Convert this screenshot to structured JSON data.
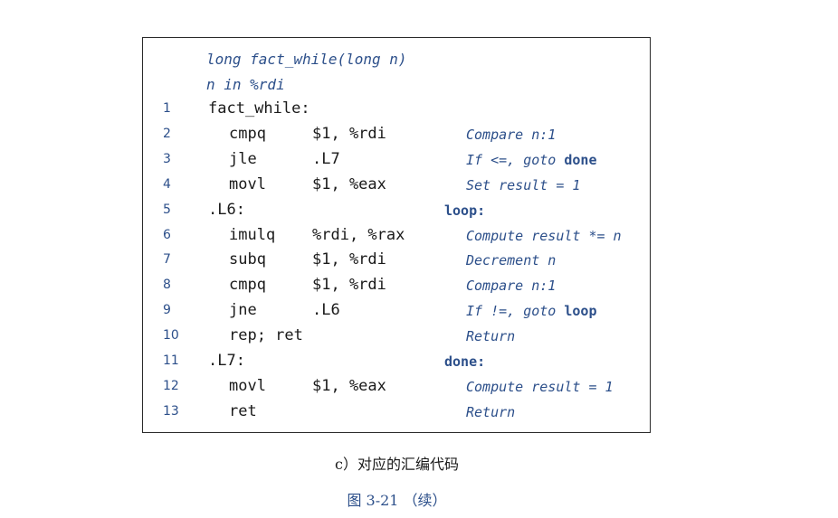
{
  "header": {
    "signature": "long fact_while(long n)",
    "param_note": "n in %rdi"
  },
  "lines": [
    {
      "num": "1",
      "instr": "fact_while:",
      "operand": "",
      "comment": "",
      "comment_kw": "",
      "indented": false,
      "is_label": true
    },
    {
      "num": "2",
      "instr": "cmpq",
      "operand": "$1, %rdi",
      "comment": "Compare n:1",
      "comment_kw": "",
      "indented": true,
      "is_label": false
    },
    {
      "num": "3",
      "instr": "jle",
      "operand": ".L7",
      "comment": "If <=, goto ",
      "comment_kw": "done",
      "indented": true,
      "is_label": false
    },
    {
      "num": "4",
      "instr": "movl",
      "operand": "$1, %eax",
      "comment": "Set result = 1",
      "comment_kw": "",
      "indented": true,
      "is_label": false
    },
    {
      "num": "5",
      "instr": ".L6:",
      "operand": "",
      "comment": "",
      "comment_kw": "loop:",
      "indented": false,
      "is_label": true
    },
    {
      "num": "6",
      "instr": "imulq",
      "operand": "%rdi, %rax",
      "comment": "Compute result *= n",
      "comment_kw": "",
      "indented": true,
      "is_label": false
    },
    {
      "num": "7",
      "instr": "subq",
      "operand": "$1, %rdi",
      "comment": "Decrement n",
      "comment_kw": "",
      "indented": true,
      "is_label": false
    },
    {
      "num": "8",
      "instr": "cmpq",
      "operand": "$1, %rdi",
      "comment": "Compare n:1",
      "comment_kw": "",
      "indented": true,
      "is_label": false
    },
    {
      "num": "9",
      "instr": "jne",
      "operand": ".L6",
      "comment": "If !=, goto ",
      "comment_kw": "loop",
      "indented": true,
      "is_label": false
    },
    {
      "num": "10",
      "instr": "rep; ret",
      "operand": "",
      "comment": "Return",
      "comment_kw": "",
      "indented": true,
      "is_label": false
    },
    {
      "num": "11",
      "instr": ".L7:",
      "operand": "",
      "comment": "",
      "comment_kw": "done:",
      "indented": false,
      "is_label": true
    },
    {
      "num": "12",
      "instr": "movl",
      "operand": "$1, %eax",
      "comment": "Compute result = 1",
      "comment_kw": "",
      "indented": true,
      "is_label": false
    },
    {
      "num": "13",
      "instr": "ret",
      "operand": "",
      "comment": "Return",
      "comment_kw": "",
      "indented": true,
      "is_label": false
    }
  ],
  "caption": {
    "subtitle": "c）对应的汇编代码",
    "figure": "图 3-21 （续）"
  },
  "colors": {
    "accent": "#2c4f8a",
    "text": "#1a1a1a",
    "border": "#2a2a2a"
  }
}
